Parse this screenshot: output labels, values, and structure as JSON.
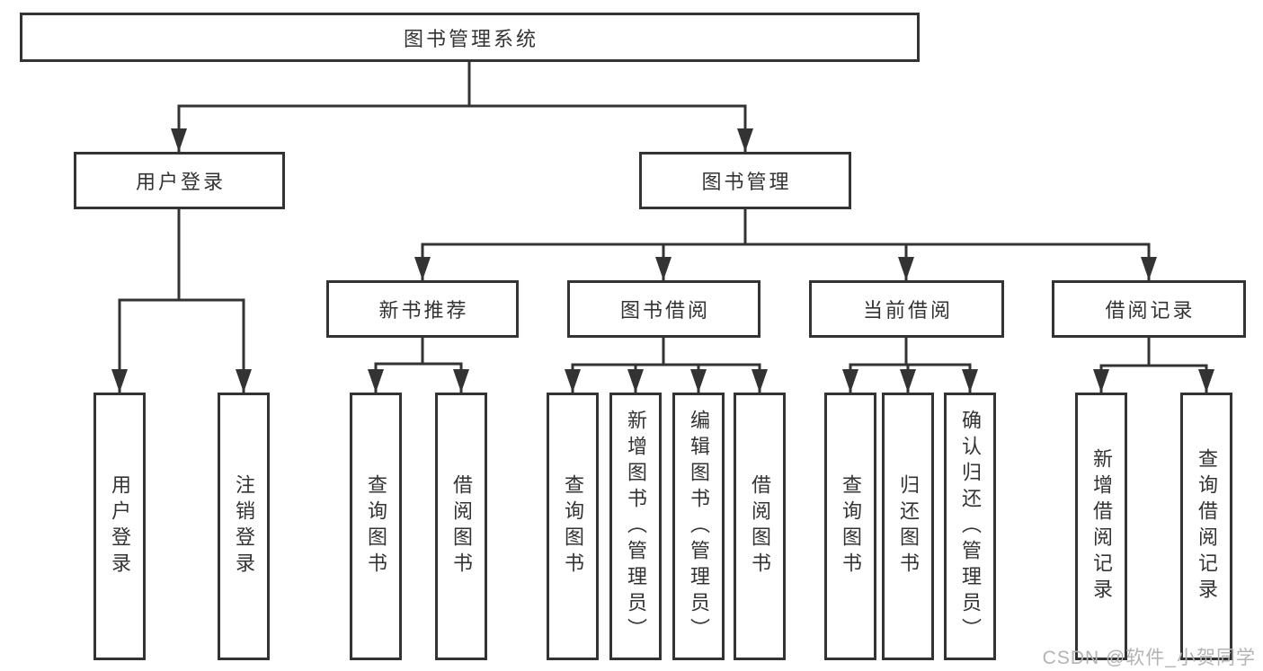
{
  "nodes": {
    "root": {
      "label": "图书管理系统"
    },
    "user_login": {
      "label": "用户登录"
    },
    "book_mgmt": {
      "label": "图书管理"
    },
    "new_book_rec": {
      "label": "新书推荐"
    },
    "book_borrow": {
      "label": "图书借阅"
    },
    "current_borrow": {
      "label": "当前借阅"
    },
    "borrow_record": {
      "label": "借阅记录"
    },
    "leaves": {
      "login": {
        "label": "用户登录"
      },
      "logout": {
        "label": "注销登录"
      },
      "rec_query_book": {
        "label": "查询图书"
      },
      "rec_borrow_book": {
        "label": "借阅图书"
      },
      "bor_query_book": {
        "label": "查询图书"
      },
      "bor_add_book": {
        "label": "新增图书（管理员）"
      },
      "bor_edit_book": {
        "label": "编辑图书（管理员）"
      },
      "bor_borrow_book": {
        "label": "借阅图书"
      },
      "cur_query_book": {
        "label": "查询图书"
      },
      "cur_return_book": {
        "label": "归还图书"
      },
      "cur_confirm_return": {
        "label": "确认归还（管理员）"
      },
      "rcd_add_record": {
        "label": "新增借阅记录"
      },
      "rcd_query_record": {
        "label": "查询借阅记录"
      }
    }
  },
  "hierarchy": {
    "图书管理系统": {
      "用户登录": [
        "用户登录",
        "注销登录"
      ],
      "图书管理": {
        "新书推荐": [
          "查询图书",
          "借阅图书"
        ],
        "图书借阅": [
          "查询图书",
          "新增图书（管理员）",
          "编辑图书（管理员）",
          "借阅图书"
        ],
        "当前借阅": [
          "查询图书",
          "归还图书",
          "确认归还（管理员）"
        ],
        "借阅记录": [
          "新增借阅记录",
          "查询借阅记录"
        ]
      }
    }
  },
  "watermark": {
    "text": "CSDN @软件_小贺同学"
  },
  "colors": {
    "line": "#333333",
    "text": "#333333",
    "box_background": "#ffffff",
    "watermark": "#b3b3b3"
  }
}
